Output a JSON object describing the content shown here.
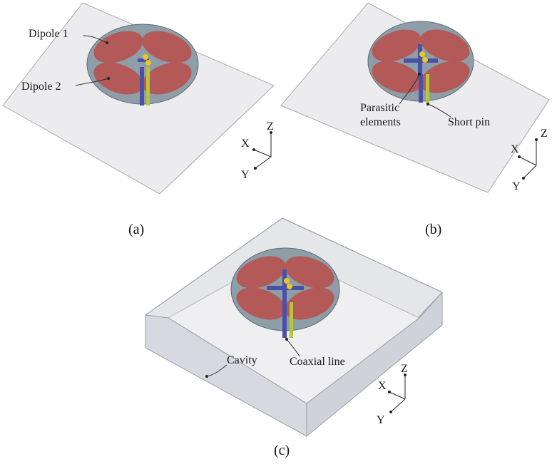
{
  "panel_a": {
    "caption": "(a)",
    "label_dipole1": "Dipole 1",
    "label_dipole2": "Dipole 2",
    "axis_x": "X",
    "axis_y": "Y",
    "axis_z": "Z"
  },
  "panel_b": {
    "caption": "(b)",
    "label_parasitic_line1": "Parasitic",
    "label_parasitic_line2": "elements",
    "label_short_pin": "Short pin",
    "axis_x": "X",
    "axis_y": "Y",
    "axis_z": "Z"
  },
  "panel_c": {
    "caption": "(c)",
    "label_cavity": "Cavity",
    "label_coaxial": "Coaxial line",
    "axis_x": "X",
    "axis_y": "Y",
    "axis_z": "Z"
  },
  "colors": {
    "ground_plane": "#ececef",
    "substrate": "#8e9ea8",
    "petal": "#b35a58",
    "parasitic": "#4a4fa8",
    "short_pin": "#b8c43a",
    "feed": "#e8c81c",
    "cavity_wall": "#e4e6ea"
  }
}
